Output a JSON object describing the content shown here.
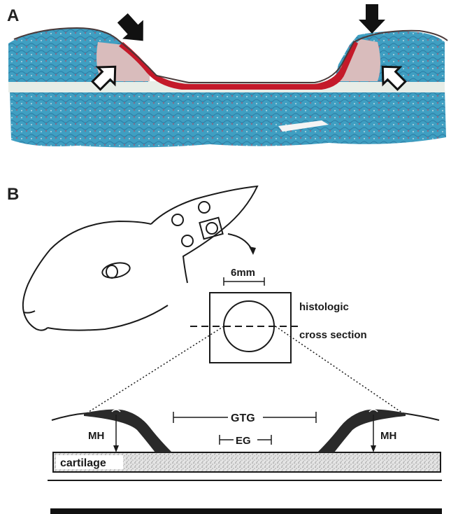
{
  "panels": {
    "a": {
      "letter": "A"
    },
    "b": {
      "letter": "B"
    }
  },
  "labels": {
    "defect_size": "6mm",
    "section_line1": "histologic",
    "section_line2": "cross section",
    "gtg": "GTG",
    "eg": "EG",
    "mh_left": "MH",
    "mh_right": "MH",
    "cartilage": "cartilage"
  },
  "colors": {
    "background": "#ffffff",
    "bone_stain": "#3a9fc0",
    "marrow_band": "#e6ece6",
    "granulation_red": "#c41a2a",
    "callus_pink": "#d8b8b8",
    "ink": "#1a1a1a"
  },
  "arrows": {
    "solid_black": [
      "arrow-solid-left-icon",
      "arrow-solid-right-icon"
    ],
    "outlined_white": [
      "arrow-outline-left-icon",
      "arrow-outline-right-icon"
    ]
  }
}
